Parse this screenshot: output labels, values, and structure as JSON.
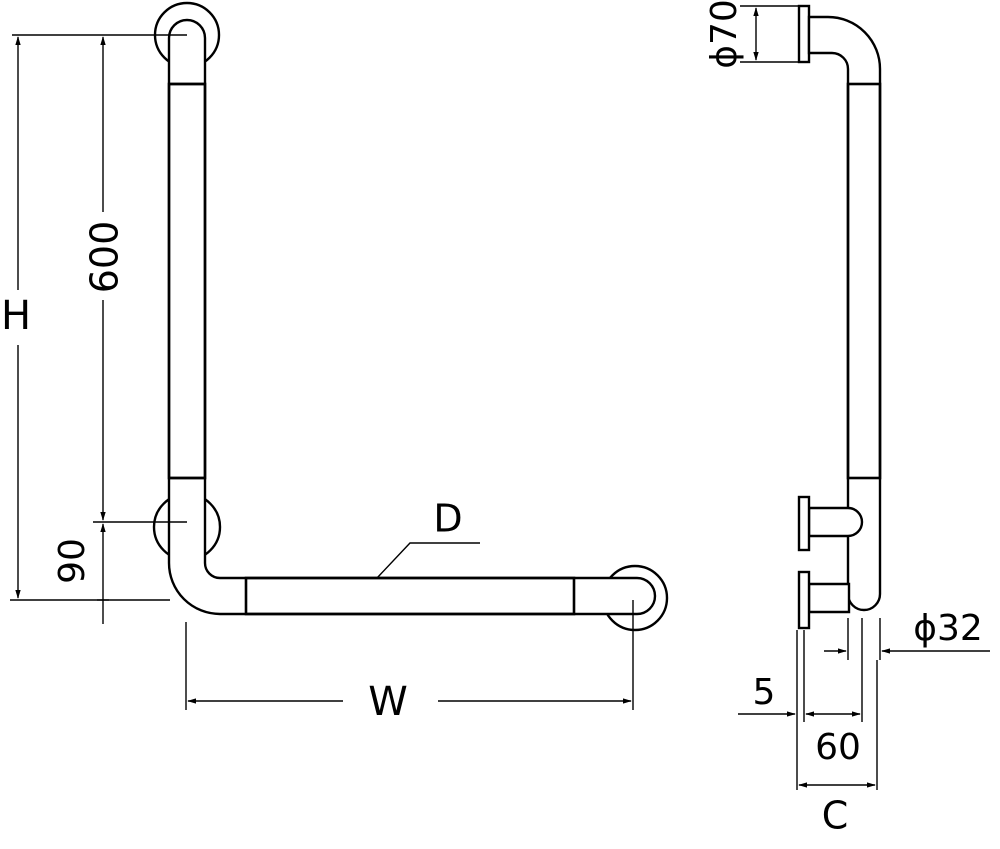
{
  "dimensions": {
    "height": "H",
    "vertical_length": "600",
    "bottom_offset": "90",
    "width": "W",
    "diameter_label": "D",
    "flange_diameter": "ϕ70",
    "pipe_diameter": "ϕ32",
    "gap": "5",
    "projection": "60",
    "depth": "C"
  }
}
